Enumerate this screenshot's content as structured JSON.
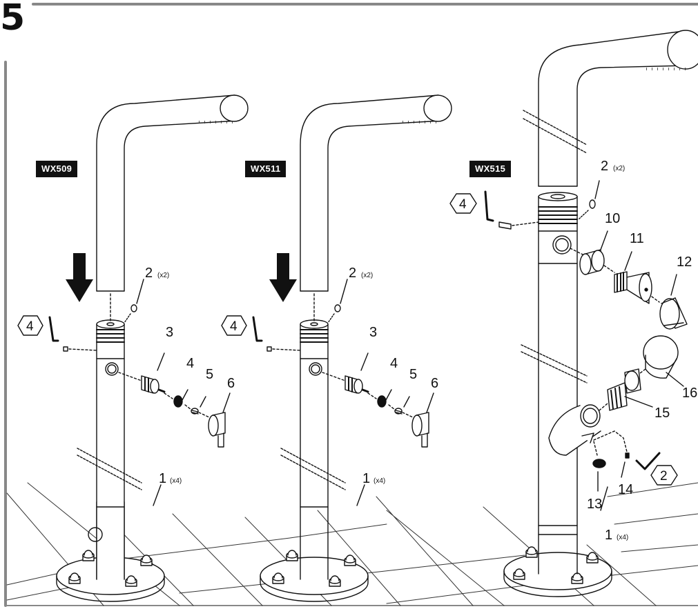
{
  "step": "5",
  "models": [
    "WX509",
    "WX511",
    "WX515"
  ],
  "panel_a": {
    "labels": {
      "p1": "1",
      "p1_qty": "(x4)",
      "p2": "2",
      "p2_qty": "(x2)",
      "p3": "3",
      "p4": "4",
      "p5": "5",
      "p6": "6"
    },
    "tool_size": "4"
  },
  "panel_b": {
    "labels": {
      "p1": "1",
      "p1_qty": "(x4)",
      "p2": "2",
      "p2_qty": "(x2)",
      "p3": "3",
      "p4": "4",
      "p5": "5",
      "p6": "6"
    },
    "tool_size": "4"
  },
  "panel_c": {
    "labels": {
      "p1": "1",
      "p1_qty": "(x4)",
      "p2": "2",
      "p2_qty": "(x2)",
      "p10": "10",
      "p11": "11",
      "p12": "12",
      "p13": "13",
      "p14": "14",
      "p15": "15",
      "p16": "16"
    },
    "tool_size_top": "4",
    "tool_size_bottom": "2"
  },
  "icons": [
    "down-arrow-icon",
    "hex-key-icon",
    "hex-size-badge-icon"
  ]
}
